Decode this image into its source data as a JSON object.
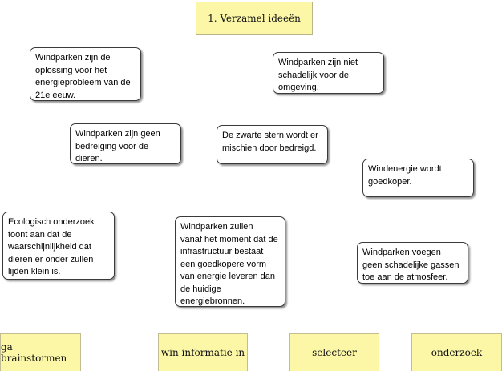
{
  "title": "1. Verzamel ideeën",
  "ideas": [
    "Windparken zijn de\noplossing voor het\nenergieprobleem van de\n21e eeuw.",
    "Windparken zijn niet\nschadelijk voor de\nomgeving.",
    "Windparken zijn geen\nbedreiging voor de\ndieren.",
    "De zwarte stern wordt er\nmischien door bedreigd.",
    "Windenergie wordt\ngoedkoper.",
    "Ecologisch onderzoek\ntoont aan dat de\nwaarschijnlijkheid dat\ndieren er onder zullen\nlijden klein is.",
    "Windparken zullen\nvanaf het moment dat de\ninfrastructuur bestaat\neen goedkopere vorm\nvan energie leveren dan\nde huidige\nenergiebronnen.",
    "Windparken voegen\ngeen schadelijke gassen\ntoe aan de atmosfeer."
  ],
  "nav": {
    "brainstorm": "ga brainstormen",
    "information": "win informatie in",
    "select": "selecteer",
    "research": "onderzoek"
  },
  "colors": {
    "note_yellow": "#fbf7a6",
    "card_border": "#3a3a3a"
  }
}
